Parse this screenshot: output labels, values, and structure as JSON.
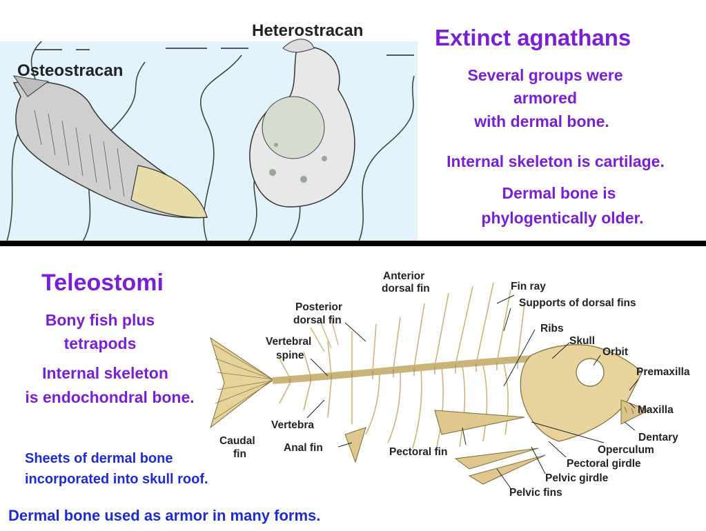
{
  "illustration_top": {
    "labels": {
      "heterostracan": "Heterostracan",
      "osteostracan": "Osteostracan"
    }
  },
  "agnathans": {
    "title": "Extinct agnathans",
    "line1": "Several groups were",
    "line2": "armored",
    "line3": "with dermal bone.",
    "line4": "Internal skeleton is cartilage.",
    "line5": "Dermal bone is",
    "line6": "phylogentically older."
  },
  "teleostomi": {
    "title": "Teleostomi",
    "line1": "Bony fish plus",
    "line2": "tetrapods",
    "line3": "Internal skeleton",
    "line4": "is endochondral bone.",
    "note1": "Sheets of dermal bone",
    "note2": "incorporated into skull roof.",
    "footer": "Dermal bone used as armor in many forms."
  },
  "skeleton_labels": {
    "anterior_dorsal_fin_1": "Anterior",
    "anterior_dorsal_fin_2": "dorsal fin",
    "fin_ray": "Fin ray",
    "supports_dorsal": "Supports of dorsal fins",
    "posterior_dorsal_1": "Posterior",
    "posterior_dorsal_2": "dorsal fin",
    "ribs": "Ribs",
    "skull": "Skull",
    "orbit": "Orbit",
    "vertebral_spine_1": "Vertebral",
    "vertebral_spine_2": "spine",
    "premaxilla": "Premaxilla",
    "maxilla": "Maxilla",
    "vertebra": "Vertebra",
    "dentary": "Dentary",
    "caudal_fin_1": "Caudal",
    "caudal_fin_2": "fin",
    "anal_fin": "Anal fin",
    "pectoral_fin": "Pectoral fin",
    "operculum": "Operculum",
    "pectoral_girdle": "Pectoral girdle",
    "pelvic_girdle": "Pelvic girdle",
    "pelvic_fins": "Pelvic fins"
  },
  "colors": {
    "heading_purple": "#7a1fd6",
    "text_blue": "#1e2bd0",
    "water": "#dff1fb",
    "bone": "#e8d39c",
    "divider": "#000000"
  }
}
